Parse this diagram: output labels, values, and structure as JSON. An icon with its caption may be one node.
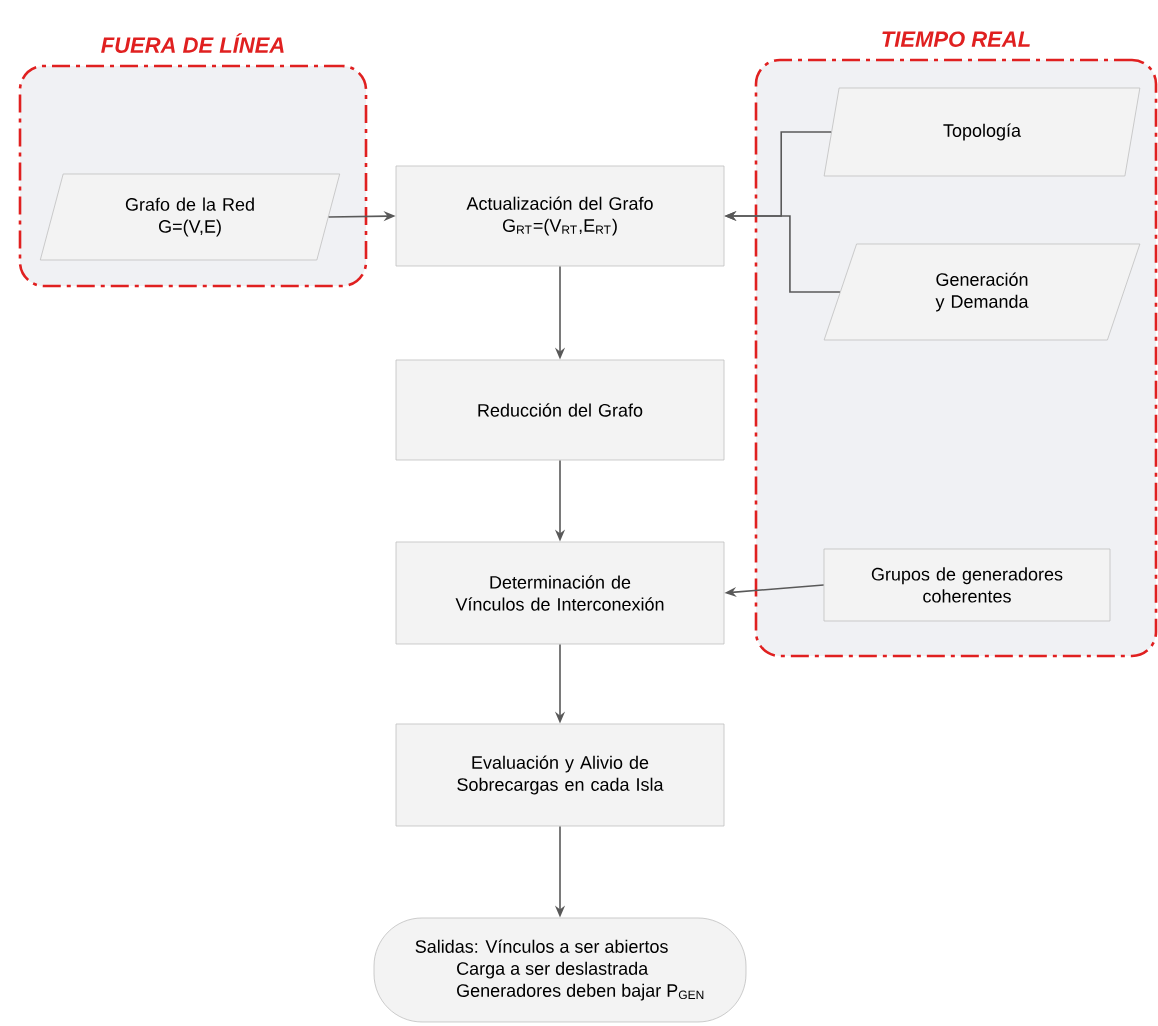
{
  "diagram": {
    "nodes": [
      {
        "text": [
          "FUERA DE LÍNEA"
        ]
      },
      {
        "text": [
          "Grafo de la Red",
          "G=(V,E)"
        ],
        "in": 0
      },
      {
        "text": [
          "Actualización del Grafo",
          "G$_{RT}$=(V$_{RT}$,E$_{RT}$)"
        ]
      },
      {
        "text": [
          "TIEMPO REAL"
        ]
      },
      {
        "text": [
          "Topología"
        ],
        "in": 3
      },
      {
        "text": [
          "Generación y Demanda"
        ],
        "in": 3
      },
      {
        "text": [
          "Reducción del Grafo"
        ]
      },
      {
        "text": [
          "Grupos de generadores coherentes"
        ],
        "in": 3
      },
      {
        "text": [
          "Determinación de Vínculos de Interconexión"
        ]
      },
      {
        "text": [
          "Evaluación y Alivio de Sobrecargas en cada Isla"
        ]
      },
      {
        "text": [
          "Salidas: Vínculos a ser abiertos",
          "Carga a ser deslastrada",
          "Generadores deben bajar P$_{GEN}$"
        ]
      }
    ],
    "edges": [
      {
        "from": 1,
        "to": 2,
        "arrow": "to"
      },
      {
        "from": 4,
        "to": 2,
        "arrow": "to"
      },
      {
        "from": 5,
        "to": 2,
        "arrow": "to"
      },
      {
        "from": 2,
        "to": 6,
        "arrow": "to"
      },
      {
        "from": 6,
        "to": 8,
        "arrow": "to"
      },
      {
        "from": 7,
        "to": 8,
        "arrow": "to"
      },
      {
        "from": 8,
        "to": 9,
        "arrow": "to"
      },
      {
        "from": 9,
        "to": 10,
        "arrow": "to"
      }
    ]
  }
}
